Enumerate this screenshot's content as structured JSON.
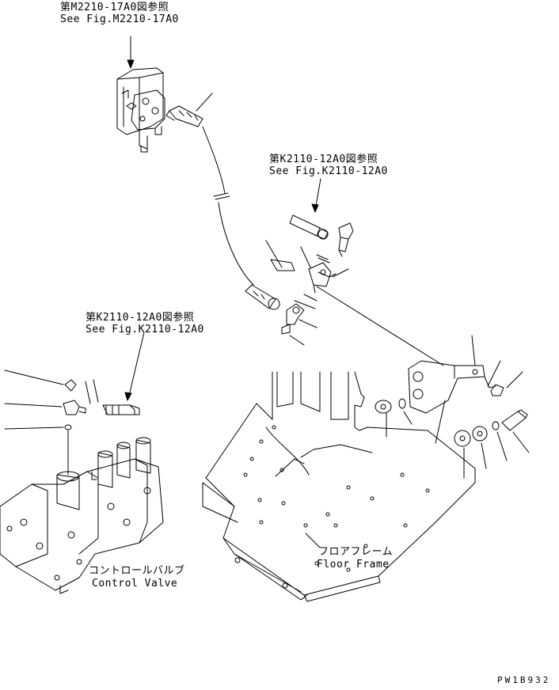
{
  "callouts": {
    "top": {
      "jp": "第M2210-17A0図参照",
      "en": "See Fig.M2210-17A0"
    },
    "right": {
      "jp": "第K2110-12A0図参照",
      "en": "See Fig.K2110-12A0"
    },
    "left": {
      "jp": "第K2110-12A0図参照",
      "en": "See Fig.K2110-12A0"
    }
  },
  "labels": {
    "control_valve": {
      "jp": "コントロールバルブ",
      "en": "Control Valve"
    },
    "floor_frame": {
      "jp": "フロアフレーム",
      "en": "Floor Frame"
    }
  },
  "figure_code": "PW1B932"
}
